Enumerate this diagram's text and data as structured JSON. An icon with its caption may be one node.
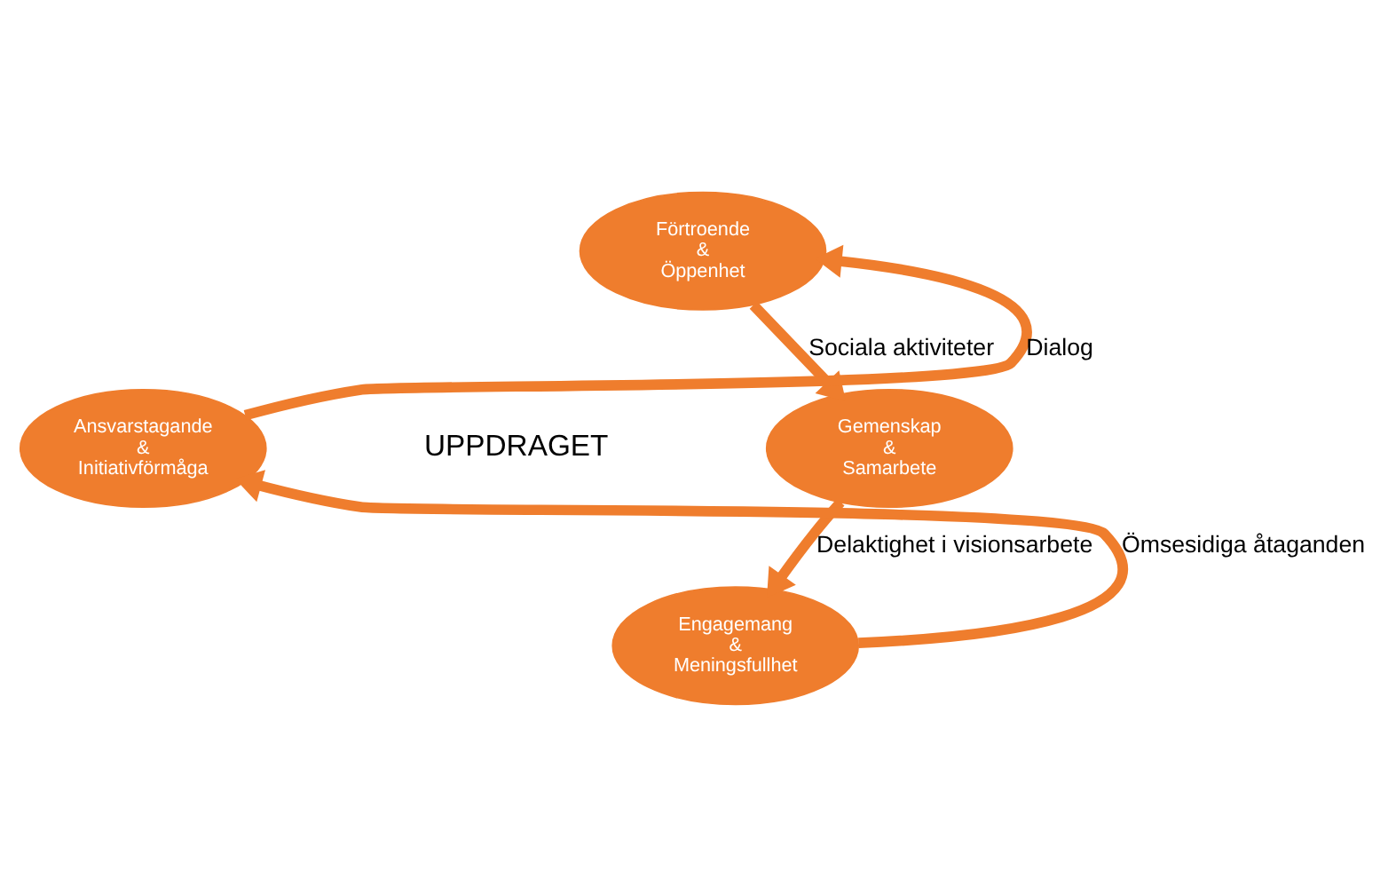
{
  "diagram": {
    "nodes": [
      {
        "text": [
          "Förtroende & Öppenhet"
        ]
      },
      {
        "text": [
          "Gemenskap & Samarbete"
        ]
      },
      {
        "text": [
          "Engagemang & Meningsfullhet"
        ]
      },
      {
        "text": [
          "Ansvarstagande & Initiativförmåga"
        ]
      }
    ],
    "edges": [
      {
        "from": 0,
        "to": 1,
        "arrow": "to",
        "label": "Sociala aktiviteter"
      },
      {
        "from": 1,
        "to": 2,
        "arrow": "to",
        "label": "Delaktighet i visionsarbete"
      },
      {
        "from": 2,
        "to": 3,
        "arrow": "to",
        "label": "Ömsesidiga åtaganden"
      },
      {
        "from": 3,
        "to": 0,
        "arrow": "to",
        "label": "Dialog"
      }
    ],
    "labels": [
      "UPPDRAGET"
    ]
  }
}
